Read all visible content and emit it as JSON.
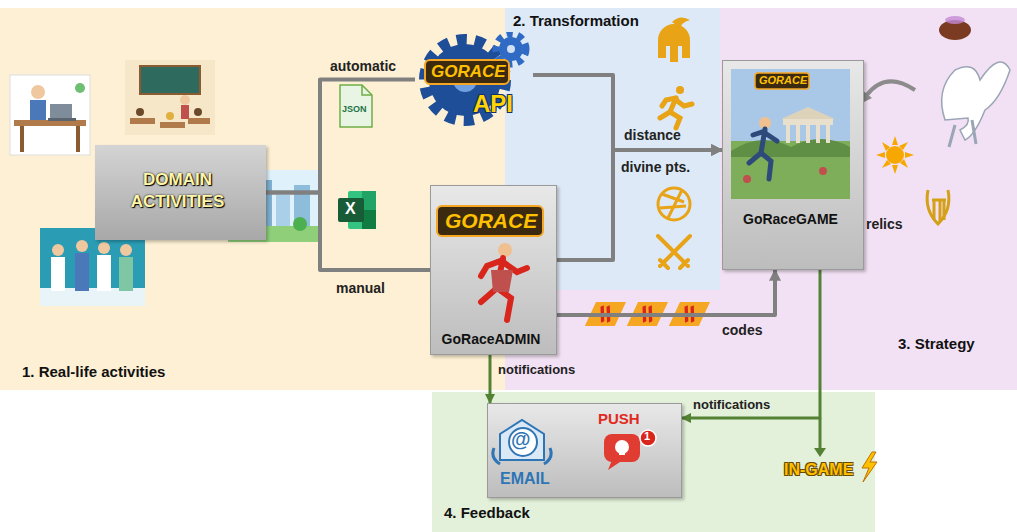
{
  "diagram": {
    "nodes": [
      {
        "text": [
          "1. Real-life activities"
        ]
      },
      {
        "text": [
          "2. Transformation"
        ]
      },
      {
        "text": [
          "3. Strategy"
        ]
      },
      {
        "text": [
          "4. Feedback"
        ]
      },
      {
        "text": [
          "DOMAIN ACTIVITIES"
        ],
        "in": 0
      },
      {
        "text": [
          "GORACE",
          "API"
        ]
      },
      {
        "text": [
          "GORACE",
          "GoRaceADMIN"
        ]
      },
      {
        "text": [
          "GORACE",
          "GoRaceGAME"
        ]
      },
      {
        "text": [
          "EMAIL",
          "PUSH"
        ],
        "in": 3
      }
    ],
    "edges": [
      {
        "from": 4,
        "to": 5,
        "arrow": "none",
        "label": "automatic"
      },
      {
        "from": 4,
        "to": 6,
        "arrow": "none",
        "label": "manual"
      },
      {
        "from": 5,
        "to": 7,
        "arrow": "to",
        "label": "distance"
      },
      {
        "from": 6,
        "to": 7,
        "arrow": "to",
        "label": "divine pts."
      },
      {
        "from": 6,
        "to": 7,
        "arrow": "to",
        "label": "codes"
      },
      {
        "from": 6,
        "to": 8,
        "arrow": "to",
        "label": "notifications"
      },
      {
        "from": 7,
        "to": 8,
        "arrow": "to",
        "label": "notifications"
      }
    ],
    "labels": [
      "JSON",
      "X",
      "relics",
      "@",
      "1",
      "IN-GAME"
    ]
  }
}
